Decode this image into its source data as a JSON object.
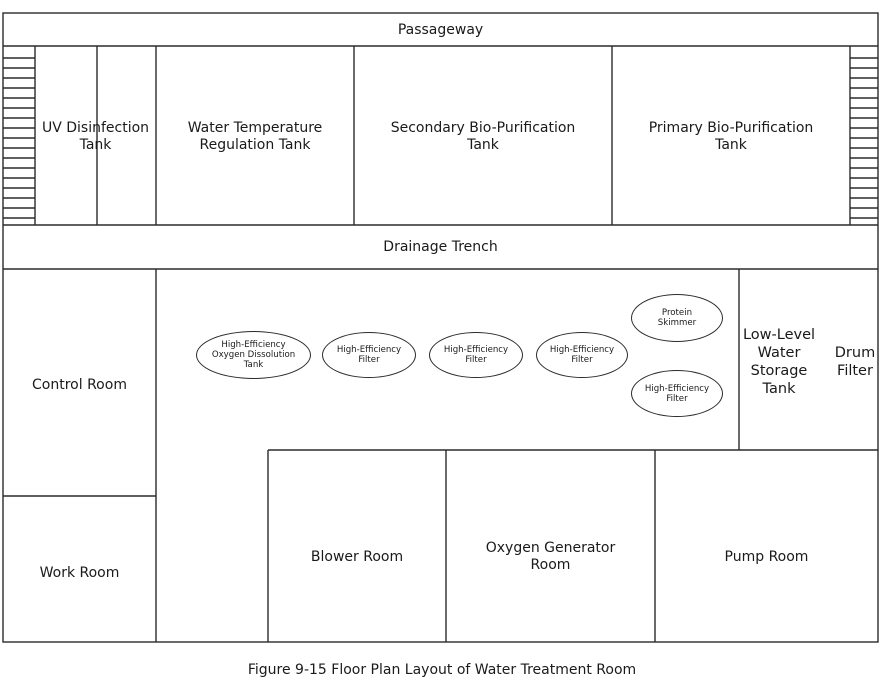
{
  "rooms": {
    "passageway": "Passageway",
    "uv_disinfection_tank": "UV Disinfection\nTank",
    "water_temperature_regulation_tank": "Water Temperature\nRegulation Tank",
    "secondary_bio_purification_tank": "Secondary Bio-Purification\nTank",
    "primary_bio_purification_tank": "Primary Bio-Purification\nTank",
    "drainage_trench": "Drainage Trench",
    "control_room": "Control Room",
    "work_room": "Work Room",
    "low_level_water_storage_tank": "Low-Level\nWater\nStorage\nTank",
    "drum_filter": "Drum\nFilter",
    "blower_room": "Blower Room",
    "oxygen_generator_room": "Oxygen Generator\nRoom",
    "pump_room": "Pump Room"
  },
  "equipment": {
    "oxygen_dissolution_tank": "High-Efficiency\nOxygen Dissolution\nTank",
    "filter_1": "High-Efficiency\nFilter",
    "filter_2": "High-Efficiency\nFilter",
    "filter_3": "High-Efficiency\nFilter",
    "protein_skimmer": "Protein\nSkimmer",
    "filter_4": "High-Efficiency\nFilter"
  },
  "caption": "Figure 9-15 Floor Plan Layout of Water Treatment Room"
}
